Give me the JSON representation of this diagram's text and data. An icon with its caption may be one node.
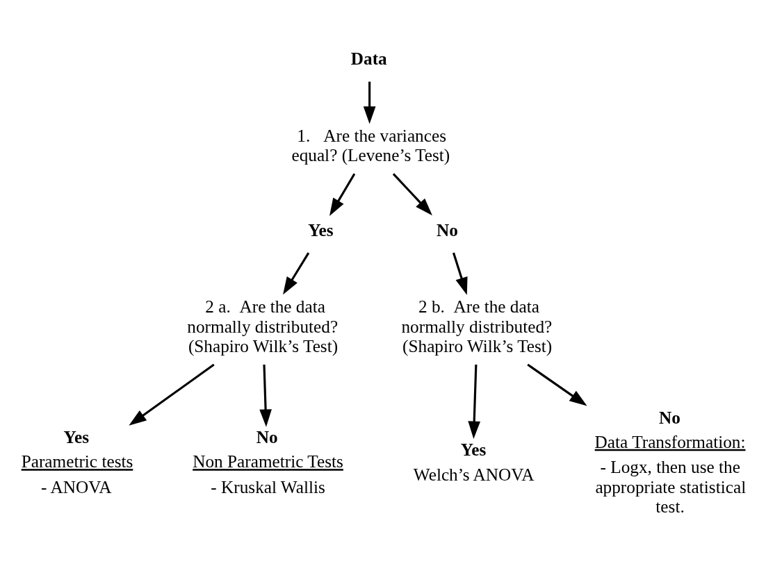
{
  "diagram": {
    "nodes": [
      {
        "text": [
          "Data"
        ]
      },
      {
        "text": [
          "1.   Are the variances equal? (Levene’s Test)"
        ]
      },
      {
        "text": [
          "Yes"
        ]
      },
      {
        "text": [
          "No"
        ]
      },
      {
        "text": [
          "2 a.  Are the data normally distributed? (Shapiro Wilk’s Test)"
        ]
      },
      {
        "text": [
          "2 b.  Are the data normally distributed? (Shapiro Wilk’s Test)"
        ]
      },
      {
        "text": [
          "Yes",
          "Parametric tests",
          "- ANOVA"
        ]
      },
      {
        "text": [
          "No",
          "Non Parametric Tests",
          "- Kruskal Wallis"
        ]
      },
      {
        "text": [
          "Yes",
          "Welch’s ANOVA"
        ]
      },
      {
        "text": [
          "No",
          "Data Transformation:",
          "- Logx, then use the appropriate statistical test."
        ]
      }
    ],
    "edges": [
      {
        "from": 0,
        "to": 1,
        "arrow": "to"
      },
      {
        "from": 1,
        "to": 2,
        "arrow": "to"
      },
      {
        "from": 1,
        "to": 3,
        "arrow": "to"
      },
      {
        "from": 2,
        "to": 4,
        "arrow": "to"
      },
      {
        "from": 3,
        "to": 5,
        "arrow": "to"
      },
      {
        "from": 4,
        "to": 6,
        "arrow": "to"
      },
      {
        "from": 4,
        "to": 7,
        "arrow": "to"
      },
      {
        "from": 5,
        "to": 8,
        "arrow": "to"
      },
      {
        "from": 5,
        "to": 9,
        "arrow": "to"
      }
    ]
  }
}
